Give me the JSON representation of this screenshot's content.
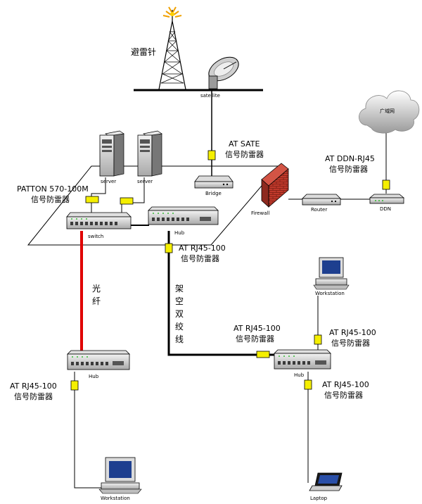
{
  "labels": {
    "lightning_rod": "避雷针",
    "satellite": "satellite",
    "at_sate_line1": "AT SATE",
    "at_sate_line2": "信号防雷器",
    "wan": "广域网",
    "at_ddn_line1": "AT DDN-RJ45",
    "at_ddn_line2": "信号防雷器",
    "server": "server",
    "bridge": "Bridge",
    "patton_line1": "PATTON 570-100M",
    "patton_line2": "信号防雷器",
    "firewall": "Firewall",
    "router": "Router",
    "ddn": "DDN",
    "switch": "switch",
    "hub": "Hub",
    "rj45_line1": "AT RJ45-100",
    "rj45_line2": "信号防雷器",
    "fiber": [
      "光",
      "纤"
    ],
    "overhead_twisted": [
      "架",
      "空",
      "双",
      "绞",
      "线"
    ],
    "workstation": "Workstation",
    "laptop": "Laptop"
  },
  "colors": {
    "fiber": "#e00000",
    "cable": "#000000",
    "arrester": "#f5ef00",
    "firewall": "#c0392b"
  }
}
